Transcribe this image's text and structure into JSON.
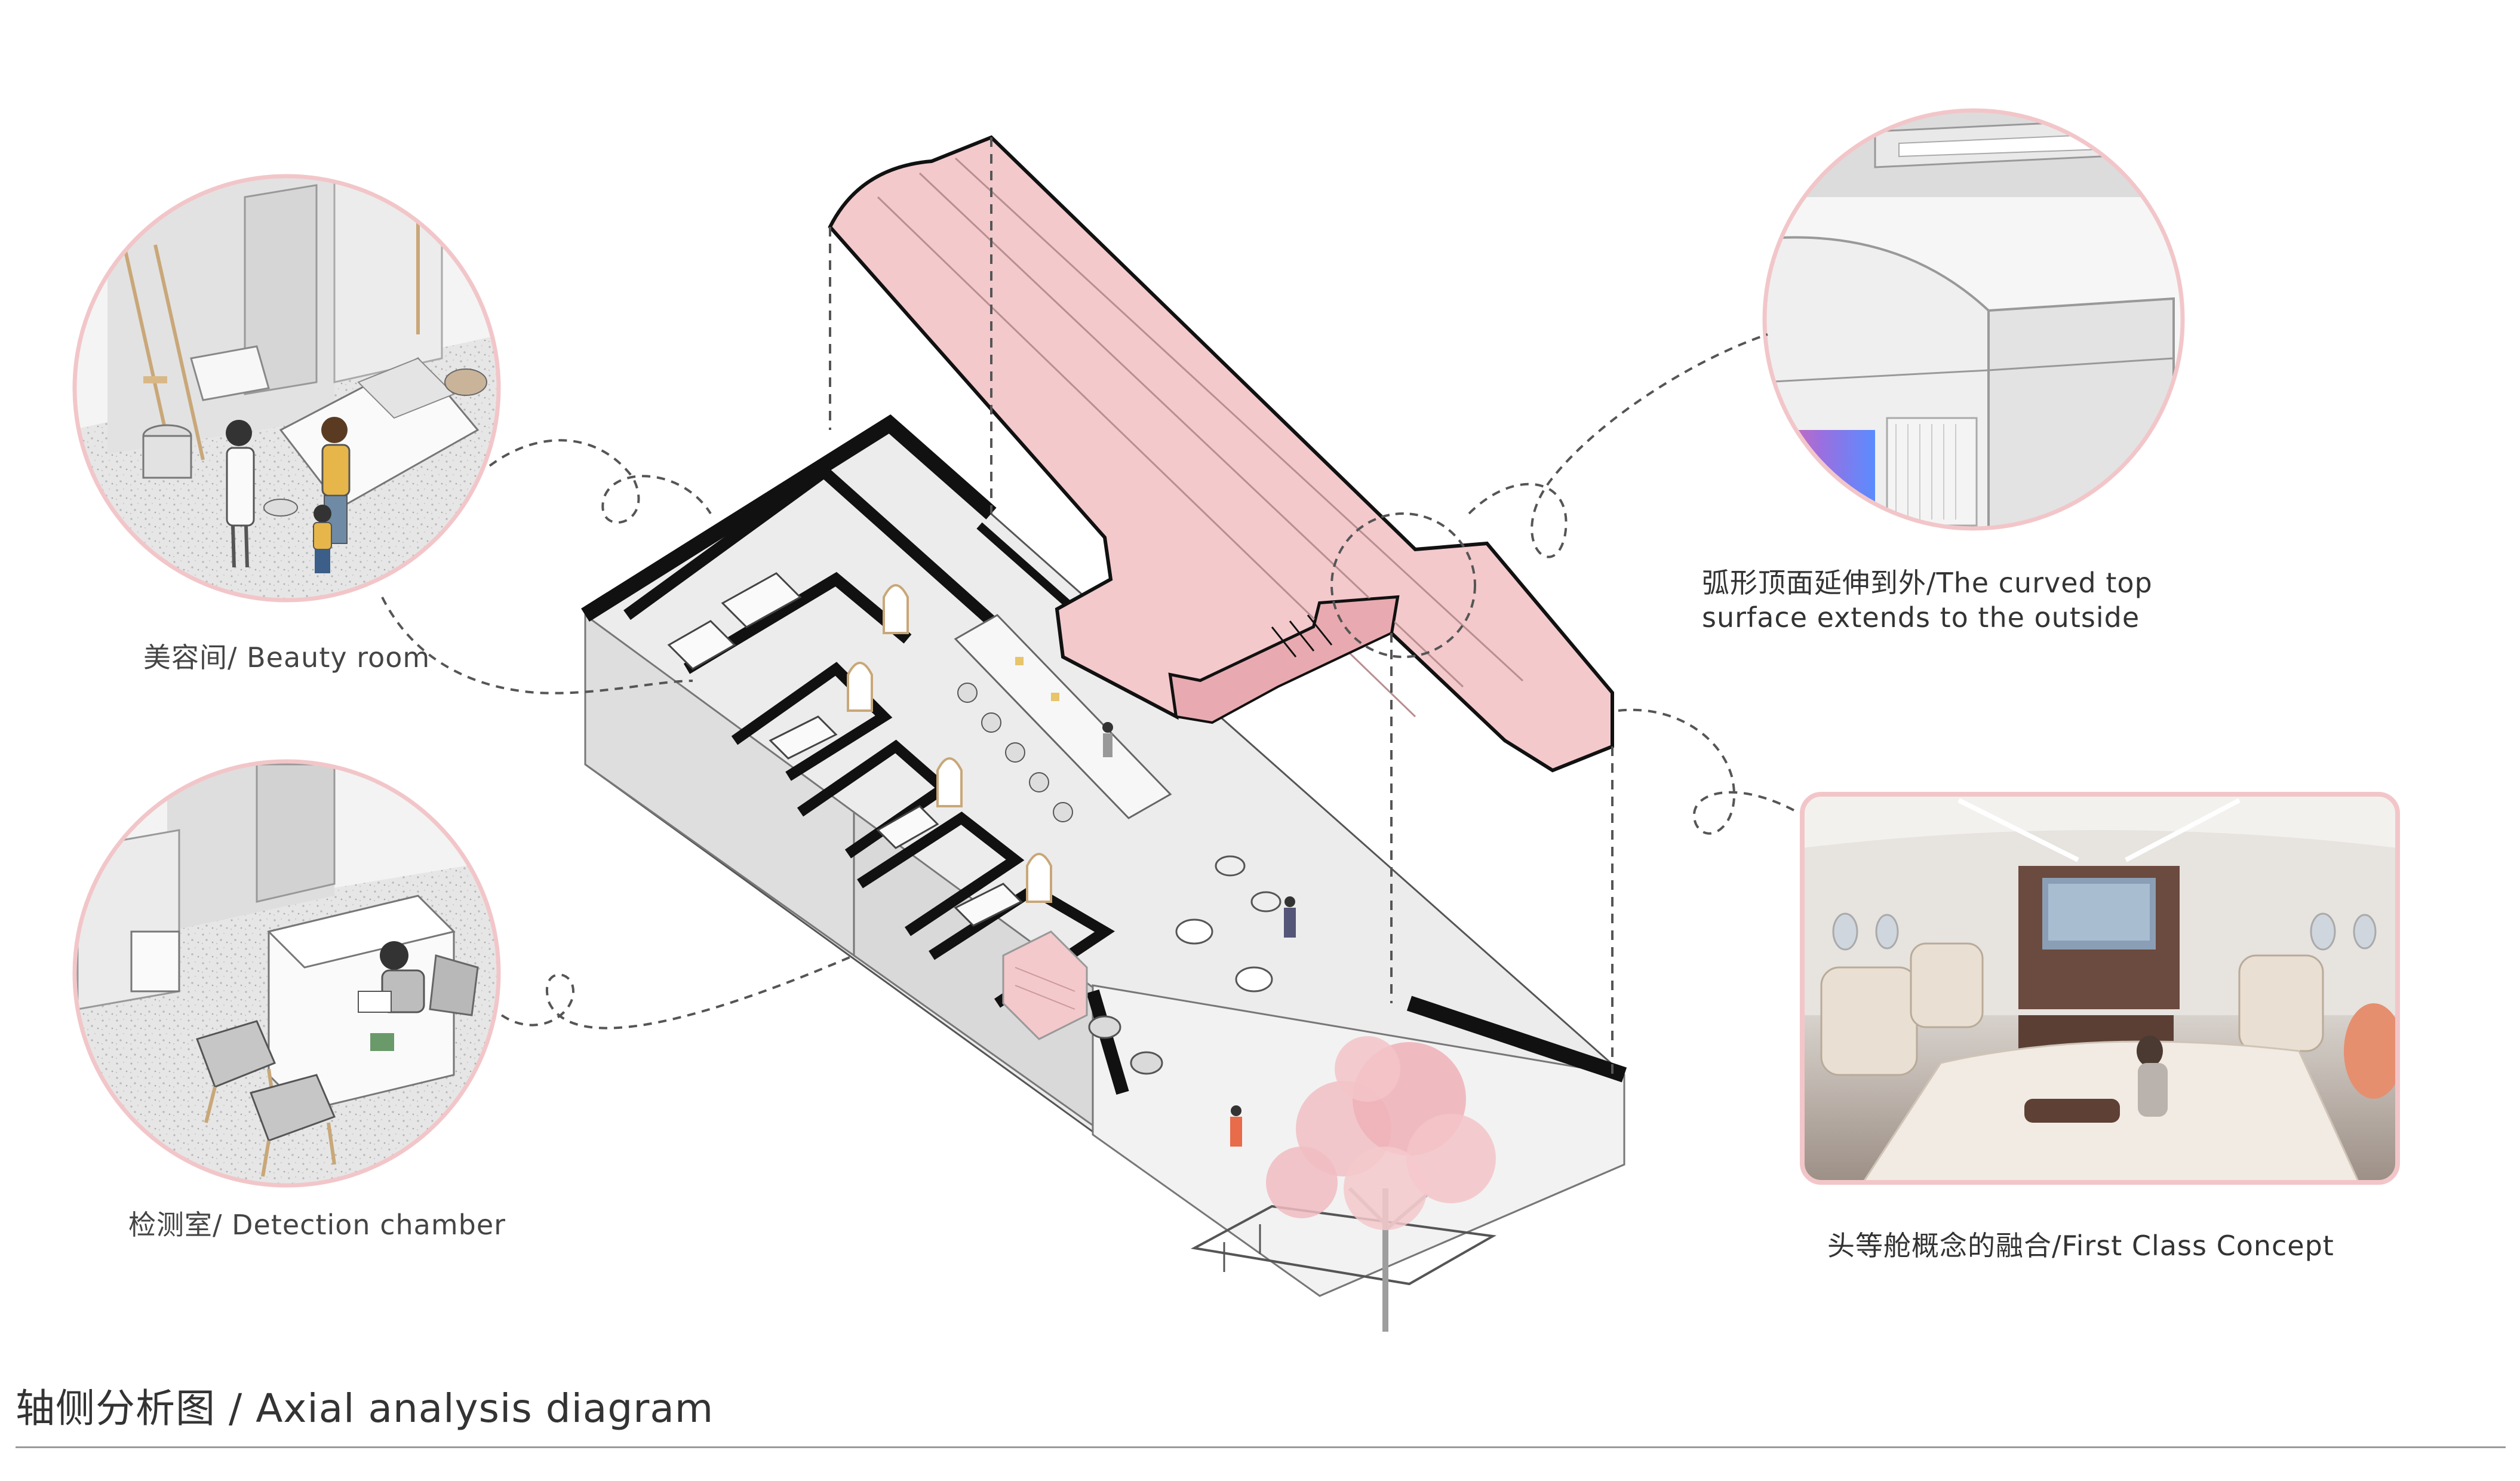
{
  "labels": {
    "beauty_room": "美容间/ Beauty room",
    "detection_chamber": "检测室/ Detection chamber",
    "curved_top_line1": "弧形顶面延伸到外/The curved top",
    "curved_top_line2": "surface extends to the outside",
    "first_class": "头等舱概念的融合/First Class Concept"
  },
  "footer": {
    "title": "轴侧分析图 / Axial analysis diagram"
  },
  "colors": {
    "accent_pink": "#f3c9cc",
    "circle_border": "#f2c6c9",
    "wall_black": "#111111",
    "floor_gray": "#e9e9e9",
    "dashed_line": "#555555"
  }
}
